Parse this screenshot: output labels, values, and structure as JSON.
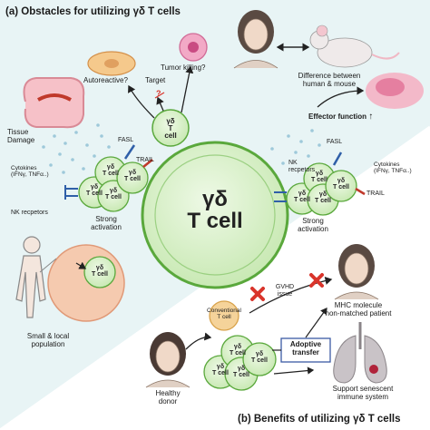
{
  "panel_a": {
    "header": "(a) Obstacles for utilizing γδ T cells",
    "autoreactive": "Autoreactive?",
    "tumor_killing": "Tumor killing?",
    "target": "Target",
    "question_mark": "?",
    "human_mouse": [
      "Difference between",
      "human & mouse"
    ],
    "tissue_damage": [
      "Tissue",
      "Damage"
    ],
    "fasl": "FASL",
    "trail": "TRAIL",
    "cytokines": [
      "Cytokines",
      "(IFNγ, TNFα..)"
    ],
    "nk_receptors": "NK recpetors",
    "strong_activation": [
      "Strong",
      "activation"
    ],
    "small_local": [
      "Small & local",
      "population"
    ]
  },
  "panel_b": {
    "header": "(b) Benefits of utilizing γδ T cells",
    "effector_function": "Effector function",
    "fasl": "FASL",
    "trail": "TRAIL",
    "nk_receptors": [
      "NK",
      "recpetors"
    ],
    "cytokines": [
      "Cytokines",
      "(IFNγ, TNFα..)"
    ],
    "strong_activation": [
      "Strong",
      "activation"
    ],
    "gvhd": [
      "GVHD",
      "issue"
    ],
    "mhc": [
      "MHC molecule",
      "non-matched patient"
    ],
    "conventional": [
      "Conventional",
      "T cell"
    ],
    "adoptive": [
      "Adoptive",
      "transfer"
    ],
    "healthy_donor": [
      "Healthy",
      "donor"
    ],
    "senescent": [
      "Support senescent",
      "immune system"
    ]
  },
  "center_cell": [
    "γδ",
    "T cell"
  ],
  "cell_label": [
    "γδ",
    "T cell"
  ],
  "colors": {
    "panel_a_bg": "#e8f4f5",
    "cell_fill": "#d8f0c8",
    "cell_stroke": "#5aa83c",
    "gvhd_x": "#d9342b",
    "receptor_blue": "#2f5fa8",
    "trail_red": "#c0392b"
  }
}
